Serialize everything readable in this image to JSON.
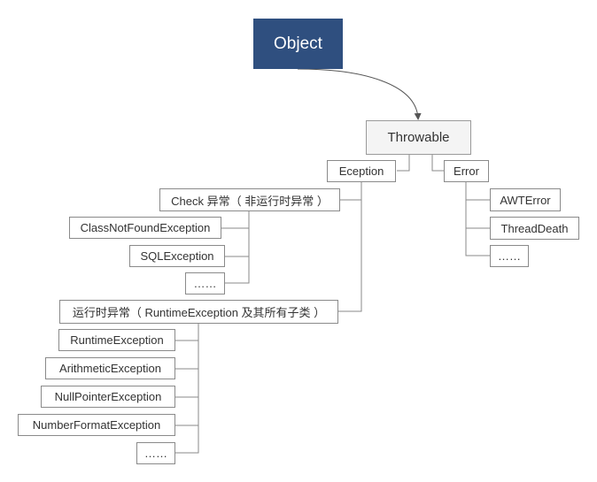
{
  "nodes": {
    "object": "Object",
    "throwable": "Throwable",
    "exception": "Eception",
    "error": "Error",
    "check": "Check 异常（ 非运行时异常 ）",
    "class_not_found": "ClassNotFoundException",
    "sql": "SQLException",
    "check_more": "……",
    "runtime_group": "运行时异常（ RuntimeException 及其所有子类 ）",
    "runtime": "RuntimeException",
    "arithmetic": "ArithmeticException",
    "null_pointer": "NullPointerException",
    "number_format": "NumberFormatException",
    "runtime_more": "……",
    "awt_error": "AWTError",
    "thread_death": "ThreadDeath",
    "error_more": "……"
  },
  "colors": {
    "root_fill": "#2f4f7f",
    "line": "#8a8a8a"
  }
}
